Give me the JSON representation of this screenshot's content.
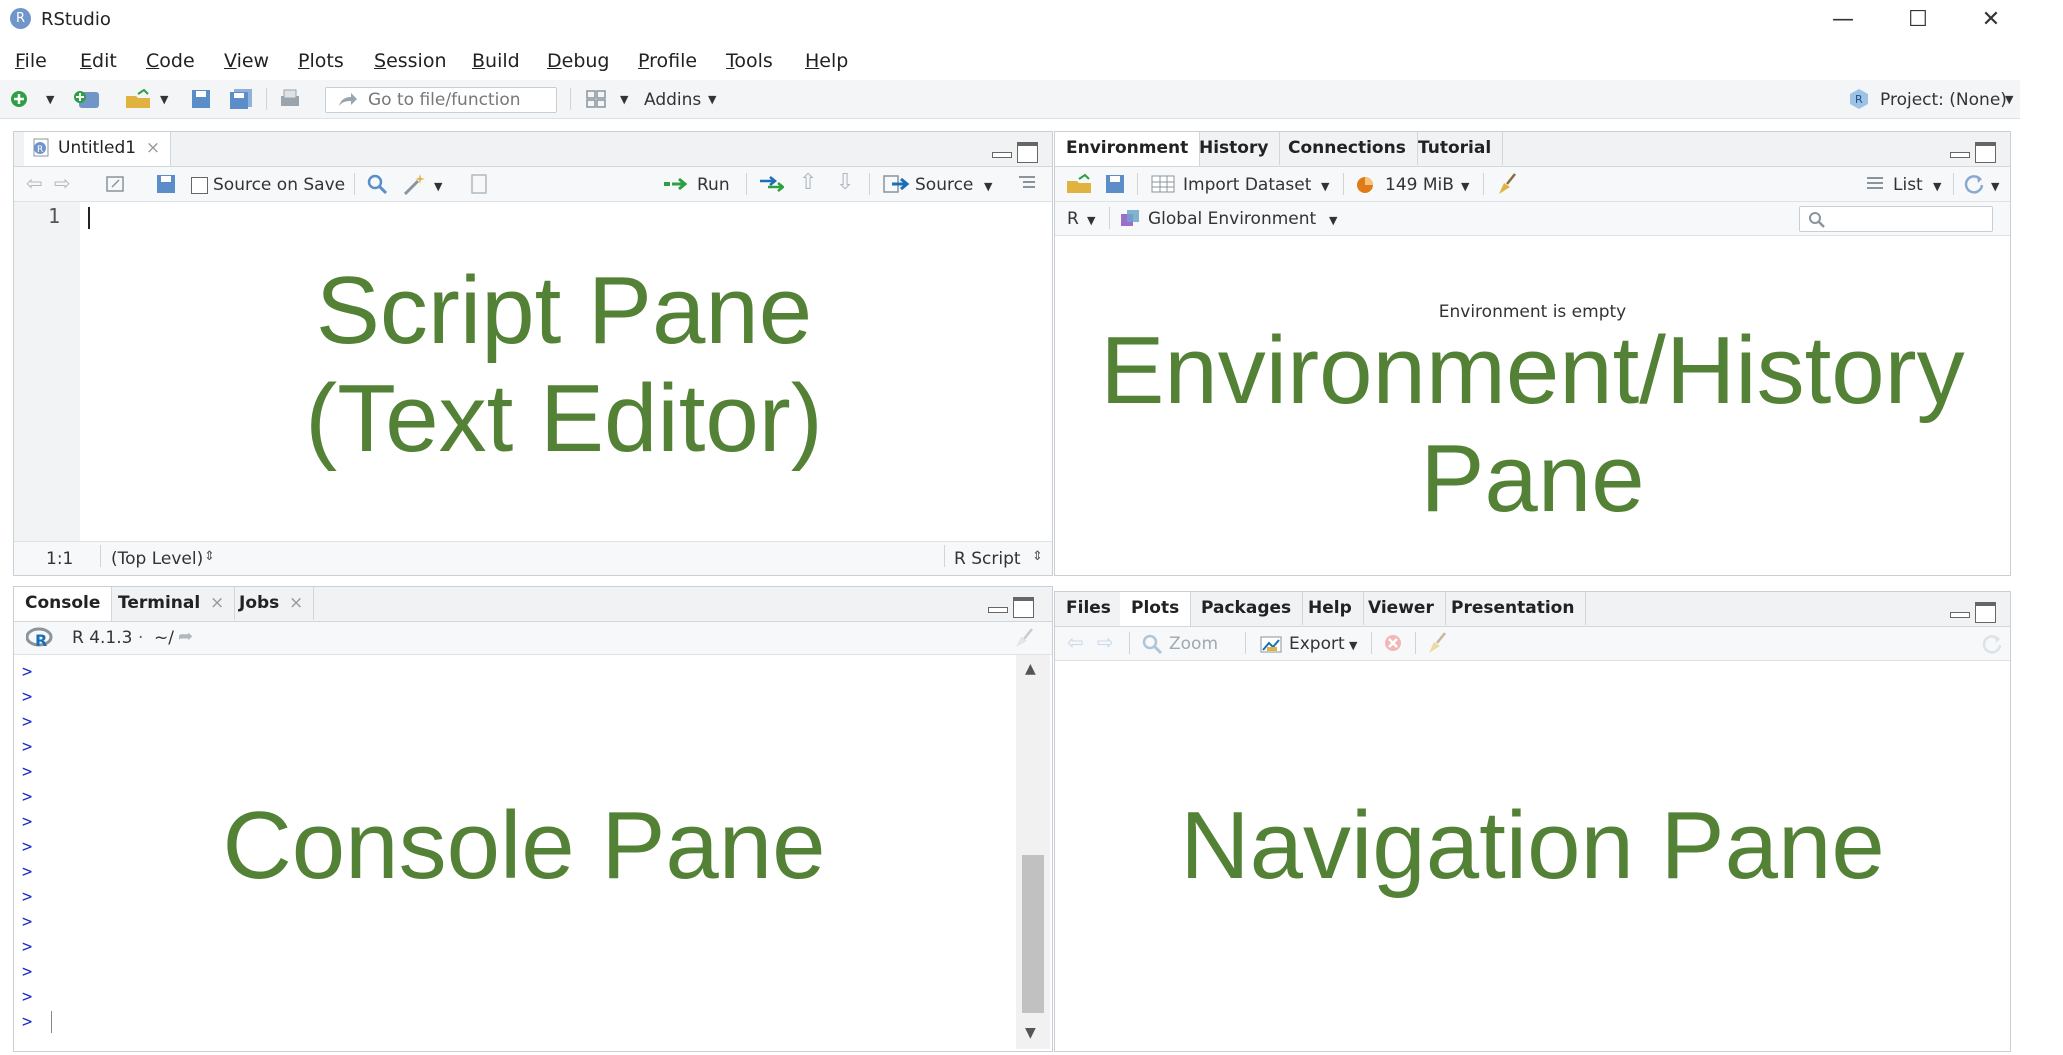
{
  "window": {
    "title": "RStudio",
    "app_icon_letter": "R",
    "controls": {
      "minimize": "—",
      "maximize": "☐",
      "close": "✕"
    }
  },
  "menu": [
    "File",
    "Edit",
    "Code",
    "View",
    "Plots",
    "Session",
    "Build",
    "Debug",
    "Profile",
    "Tools",
    "Help"
  ],
  "menu_underline": [
    "F",
    "E",
    "C",
    "V",
    "P",
    "S",
    "B",
    "D",
    "P",
    "T",
    "H"
  ],
  "toolbar": {
    "goto_placeholder": "Go to file/function",
    "addins": "Addins",
    "project": "Project: (None)"
  },
  "script": {
    "tab": "Untitled1",
    "source_on_save": "Source on Save",
    "run": "Run",
    "source": "Source",
    "line_number": "1",
    "status_pos": "1:1",
    "status_scope": "(Top Level)",
    "status_lang": "R Script",
    "overlay_line1": "Script Pane",
    "overlay_line2": "(Text Editor)"
  },
  "environment": {
    "tabs": [
      "Environment",
      "History",
      "Connections",
      "Tutorial"
    ],
    "import_dataset": "Import Dataset",
    "memory": "149 MiB",
    "list": "List",
    "lang": "R",
    "scope": "Global Environment",
    "empty_msg": "Environment is empty",
    "overlay_line1": "Environment/History",
    "overlay_line2": "Pane"
  },
  "console": {
    "tabs": [
      "Console",
      "Terminal",
      "Jobs"
    ],
    "version": "R 4.1.3",
    "path": "~/",
    "prompt": ">",
    "overlay": "Console Pane"
  },
  "navigation": {
    "tabs": [
      "Files",
      "Plots",
      "Packages",
      "Help",
      "Viewer",
      "Presentation"
    ],
    "zoom": "Zoom",
    "export": "Export",
    "overlay": "Navigation Pane"
  },
  "colors": {
    "overlay_green": "#538135",
    "prompt_blue": "#1b2bc9"
  }
}
